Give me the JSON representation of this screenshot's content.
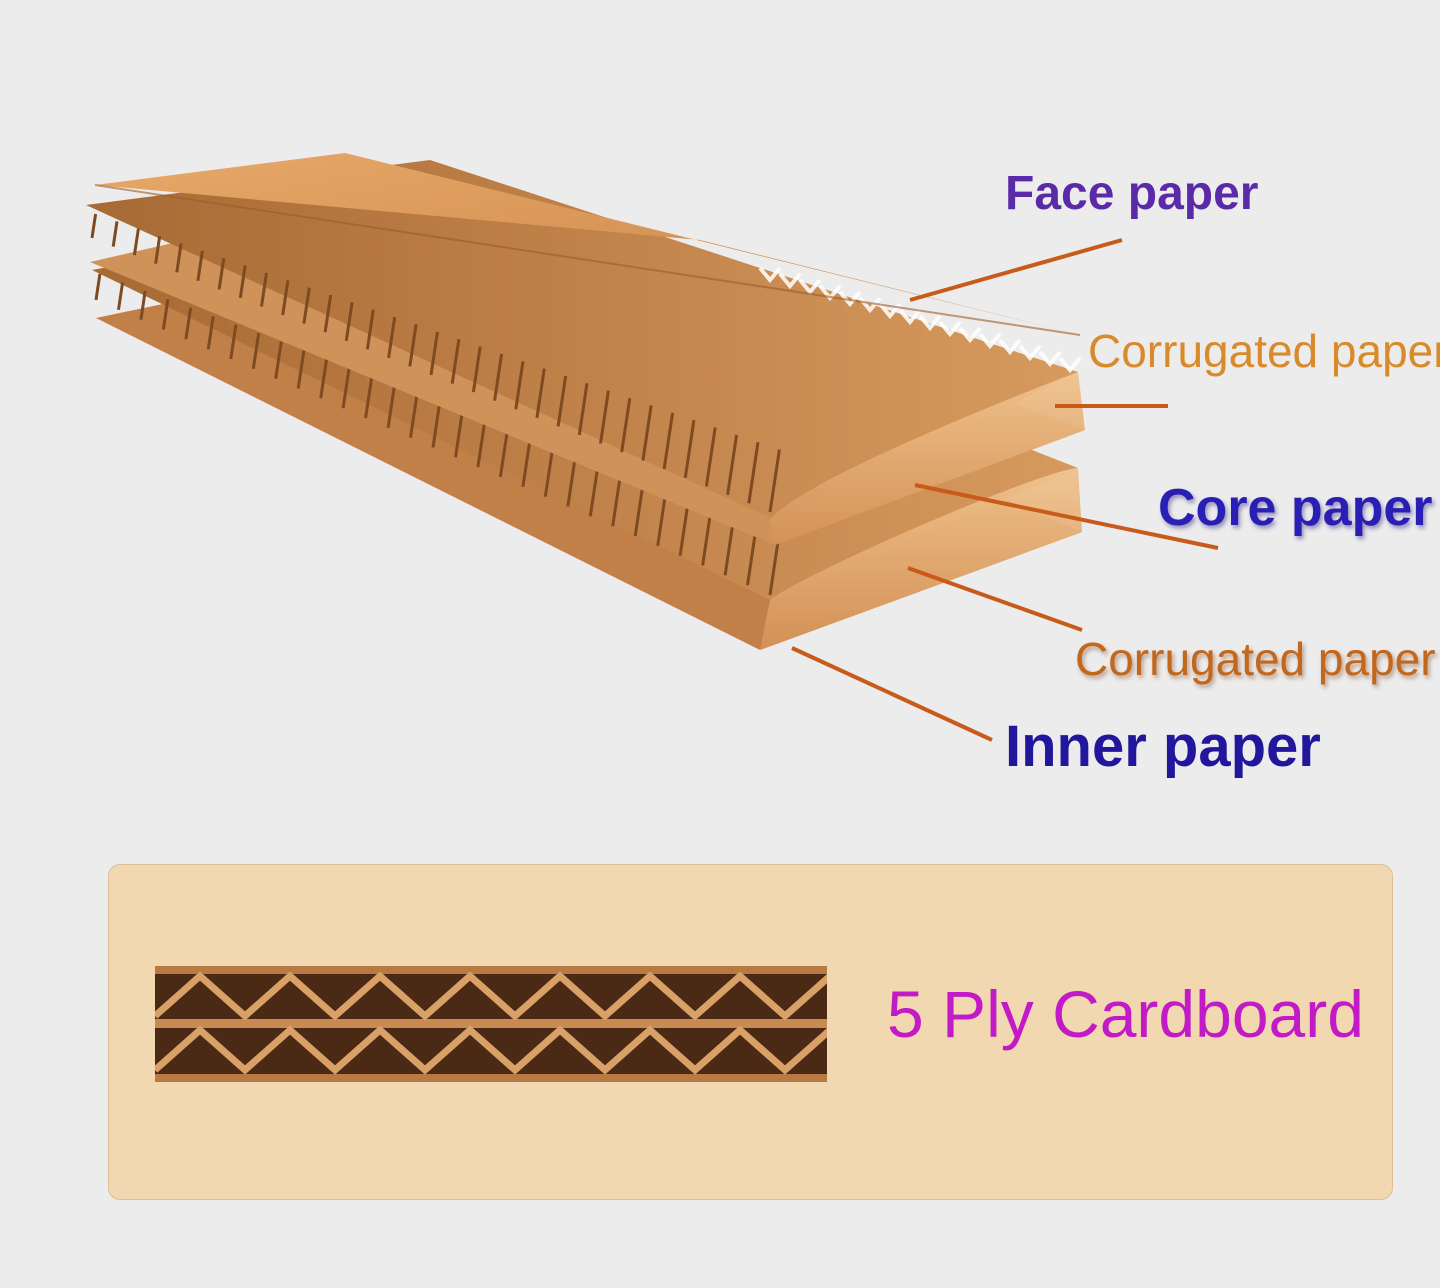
{
  "labels": {
    "face": "Face paper",
    "corrugated_top": "Corrugated paper",
    "core": "Core paper",
    "corrugated_bottom": "Corrugated paper",
    "inner": "Inner paper"
  },
  "panel": {
    "title": "5 Ply Cardboard"
  },
  "colors": {
    "background": "#ececec",
    "cardboard": "#c98a4c",
    "cardboard_light": "#e8b47c",
    "leader_line": "#c85a1a",
    "panel_bg": "#f2d8b0",
    "panel_title": "#c11ac6",
    "label_purple": "#5b2aa8",
    "label_blue": "#2a1fb4"
  }
}
